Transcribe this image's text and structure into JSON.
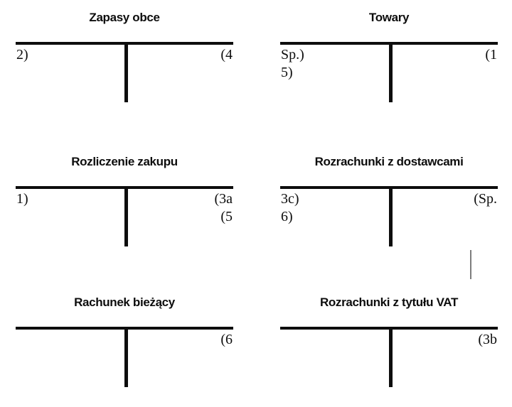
{
  "diagram": {
    "kind": "t-account-ledger",
    "colors": {
      "ink": "#0d0d0d",
      "background": "#ffffff",
      "gray_tick": "#7d7d7d"
    },
    "accounts": [
      {
        "id": "zapasy-obce",
        "title": "Zapasy obce",
        "debit": [
          "2)"
        ],
        "credit": [
          "(4"
        ]
      },
      {
        "id": "towary",
        "title": "Towary",
        "debit": [
          "Sp.)",
          "5)"
        ],
        "credit": [
          "(1"
        ]
      },
      {
        "id": "rozliczenie-zakupu",
        "title": "Rozliczenie zakupu",
        "debit": [
          "1)"
        ],
        "credit": [
          "(3a",
          "(5"
        ]
      },
      {
        "id": "rozrachunki-z-dostawcami",
        "title": "Rozrachunki z dostawcami",
        "debit": [
          "3c)",
          "6)"
        ],
        "credit": [
          "(Sp."
        ]
      },
      {
        "id": "rachunek-biezacy",
        "title": "Rachunek bieżący",
        "debit": [],
        "credit": [
          "(6"
        ]
      },
      {
        "id": "rozrachunki-z-tytulu-vat",
        "title": "Rozrachunki z tytułu VAT",
        "debit": [],
        "credit": [
          "(3b"
        ]
      }
    ]
  }
}
